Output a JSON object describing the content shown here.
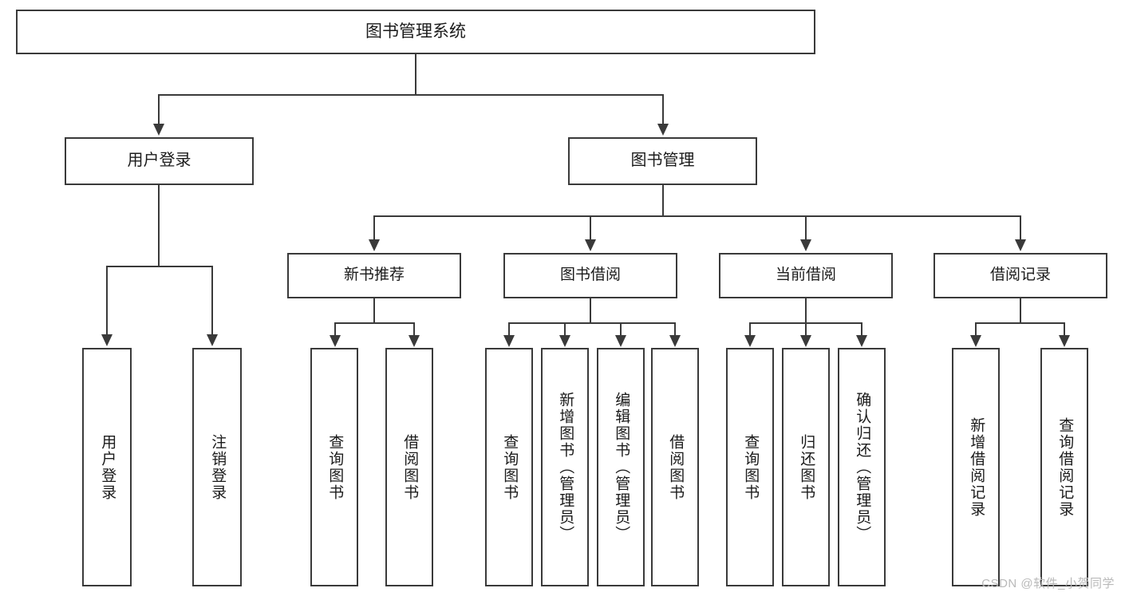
{
  "diagram": {
    "type": "hierarchy-tree",
    "title": "图书管理系统",
    "root": {
      "label": "图书管理系统"
    },
    "level1": [
      {
        "label": "用户登录"
      },
      {
        "label": "图书管理"
      }
    ],
    "level2": [
      {
        "label": "新书推荐"
      },
      {
        "label": "图书借阅"
      },
      {
        "label": "当前借阅"
      },
      {
        "label": "借阅记录"
      }
    ],
    "leaves": {
      "user_login": [
        {
          "label": "用户登录"
        },
        {
          "label": "注销登录"
        }
      ],
      "new_book_recommend": [
        {
          "label": "查询图书"
        },
        {
          "label": "借阅图书"
        }
      ],
      "book_borrow": [
        {
          "label": "查询图书"
        },
        {
          "label": "新增图书（管理员）"
        },
        {
          "label": "编辑图书（管理员）"
        },
        {
          "label": "借阅图书"
        }
      ],
      "current_borrow": [
        {
          "label": "查询图书"
        },
        {
          "label": "归还图书"
        },
        {
          "label": "确认归还（管理员）"
        }
      ],
      "borrow_record": [
        {
          "label": "新增借阅记录"
        },
        {
          "label": "查询借阅记录"
        }
      ]
    },
    "watermark": "CSDN @软件_小贺同学",
    "colors": {
      "border": "#3a3a3a",
      "text": "#1b1b1b",
      "background": "#ffffff",
      "watermark": "#b9b9b9"
    }
  }
}
